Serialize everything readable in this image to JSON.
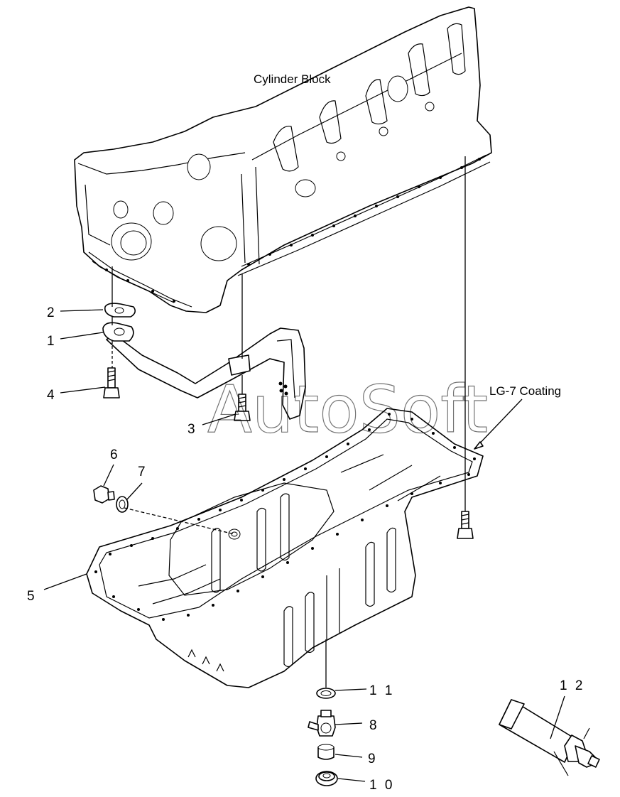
{
  "diagram": {
    "caption_block": "Cylinder Block",
    "caption_coating": "LG-7 Coating",
    "watermark": "AutoSoft",
    "callouts": {
      "c1": "1",
      "c2": "2",
      "c3": "3",
      "c4": "4",
      "c5": "5",
      "c6": "6",
      "c7": "7",
      "c8": "8",
      "c9": "9",
      "c10": "1 0",
      "c11": "1 1",
      "c12": "1 2"
    }
  }
}
